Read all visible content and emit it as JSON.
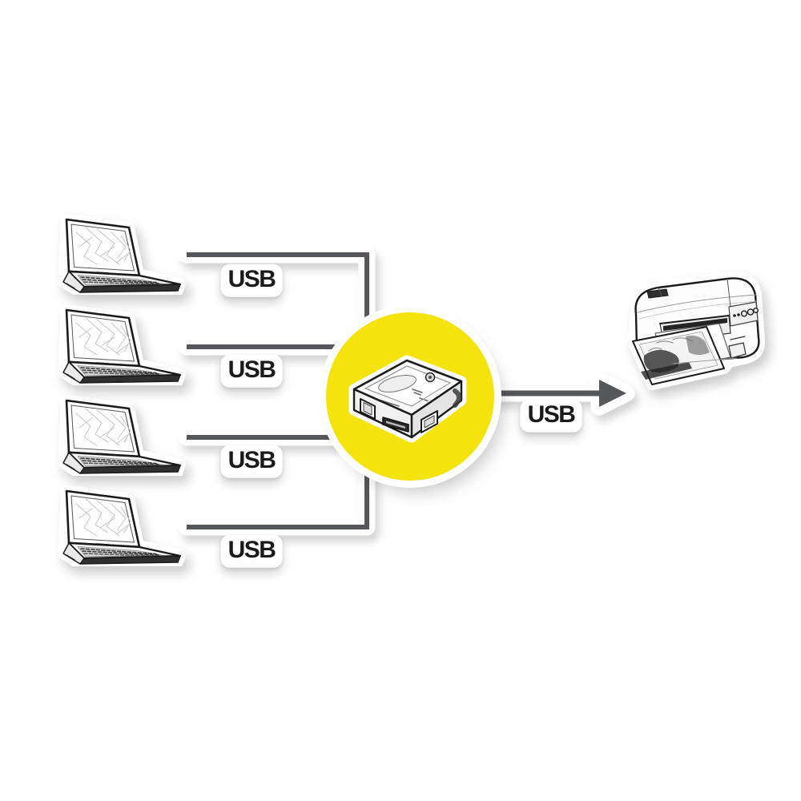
{
  "diagram": {
    "colors": {
      "background": "#FFFFFF",
      "highlight": "#F5E30D",
      "connector": "#56575B",
      "label_text": "#1A1A1A",
      "label_bg": "#FFFFFF"
    },
    "sources": [
      {
        "device": "laptop",
        "label": "USB"
      },
      {
        "device": "laptop",
        "label": "USB"
      },
      {
        "device": "laptop",
        "label": "USB"
      },
      {
        "device": "laptop",
        "label": "USB"
      }
    ],
    "hub": {
      "device": "usb-switch",
      "highlight": "yellow-circle"
    },
    "output": {
      "device": "printer",
      "label": "USB"
    }
  }
}
